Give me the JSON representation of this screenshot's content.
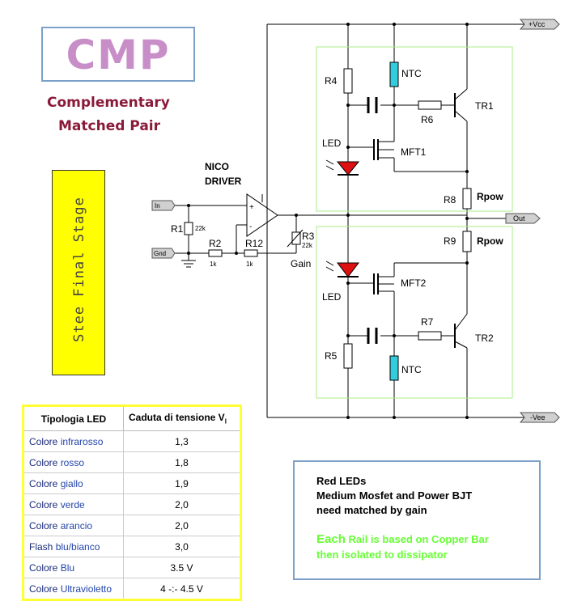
{
  "logo": {
    "text": "CMP",
    "subtitle_line1": "Complementary",
    "subtitle_line2": "Matched Pair"
  },
  "stage_label": "Stee Final Stage",
  "driver": {
    "line1": "NICO",
    "line2": "DRIVER"
  },
  "labels": {
    "vcc": "+Vcc",
    "vee": "-Vee",
    "in": "In",
    "gnd": "Gnd",
    "out": "Out",
    "r1": "R1",
    "r1_val": "22k",
    "r2": "R2",
    "r2_val": "1k",
    "r12": "R12",
    "r12_val": "1k",
    "r3": "R3",
    "r3_val": "22k",
    "gain": "Gain",
    "r4": "R4",
    "r5": "R5",
    "r6": "R6",
    "r7": "R7",
    "r8": "R8",
    "r9": "R9",
    "ntc_top": "NTC",
    "ntc_bot": "NTC",
    "tr1": "TR1",
    "tr2": "TR2",
    "mft1": "MFT1",
    "mft2": "MFT2",
    "led_top": "LED",
    "led_bot": "LED",
    "rpow_top": "Rpow",
    "rpow_bot": "Rpow",
    "plus": "+",
    "minus": "-"
  },
  "table": {
    "header_col1": "Tipologia LED",
    "header_col2": "Caduta di tensione V",
    "header_col2_sub": "l",
    "rows": [
      {
        "prefix": "Colore ",
        "color": "infrarosso",
        "value": "1,3"
      },
      {
        "prefix": "Colore ",
        "color": "rosso",
        "value": "1,8"
      },
      {
        "prefix": "Colore ",
        "color": "giallo",
        "value": "1,9"
      },
      {
        "prefix": "Colore ",
        "color": "verde",
        "value": "2,0"
      },
      {
        "prefix": "Colore ",
        "color": "arancio",
        "value": "2,0"
      },
      {
        "prefix": "Flash ",
        "color": "blu/bianco",
        "value": "3,0"
      },
      {
        "prefix": "Colore ",
        "color": "Blu",
        "value": "3.5 V"
      },
      {
        "prefix": "Colore ",
        "color": "Ultravioletto",
        "value": "4 -:- 4.5 V"
      }
    ]
  },
  "notes": {
    "line1": "Red LEDs",
    "line2": "Medium Mosfet and Power BJT",
    "line3": "need matched by gain",
    "green1_big": "Each",
    "green1_rest": " Rail is based on Copper Bar",
    "green2": " then isolated to dissipator"
  },
  "colors": {
    "ntc": "#33ccdd",
    "led": "#dd1111",
    "green_box": "#aaee88",
    "logo": "#c88ec8",
    "subtitle": "#8b1a3a"
  }
}
